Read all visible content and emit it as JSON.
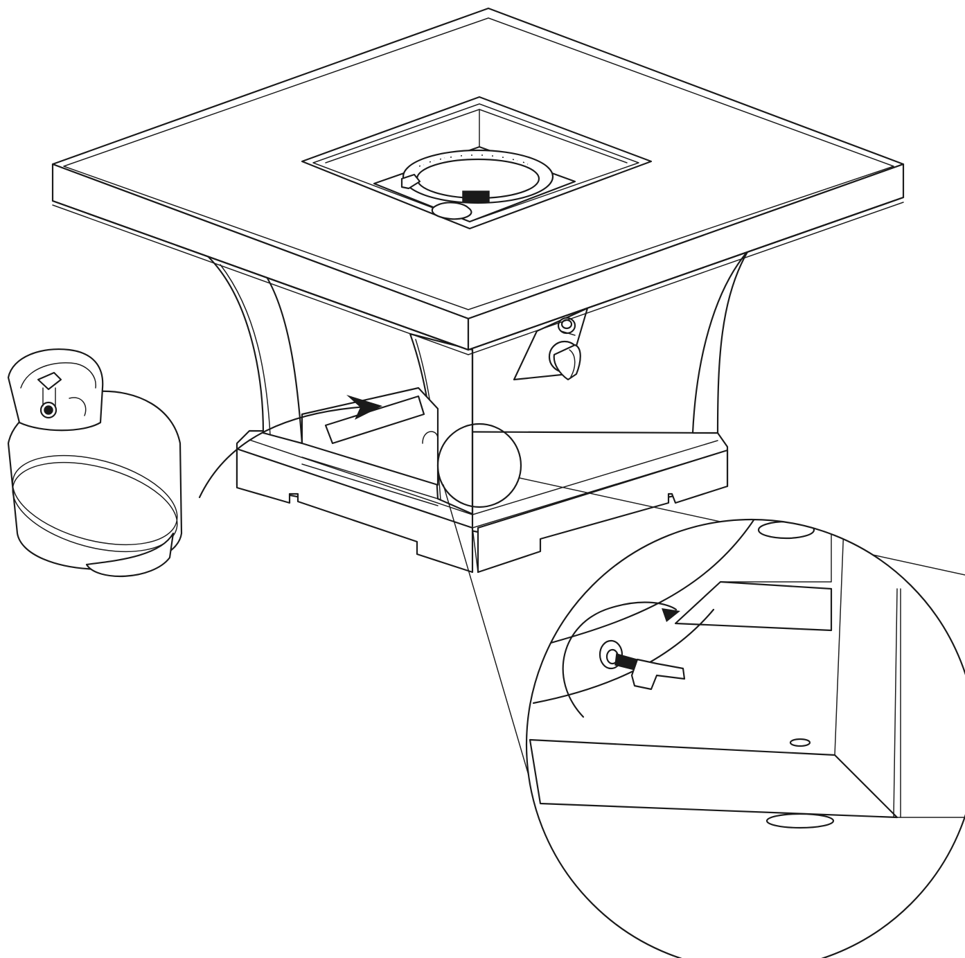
{
  "figure": {
    "kind": "assembly-illustration",
    "style": "black line art on white",
    "stroke_color": "#1a1a1a",
    "background_color": "#ffffff",
    "parts": [
      "fire-table-top",
      "burner-ring",
      "igniter-knob",
      "propane-tank",
      "tank-tray",
      "hose-connector-wing-nut"
    ],
    "callout": "detail-magnifier-circle",
    "arrows": [
      "insert-tank-arrow",
      "tighten-rotation-arrow"
    ]
  }
}
